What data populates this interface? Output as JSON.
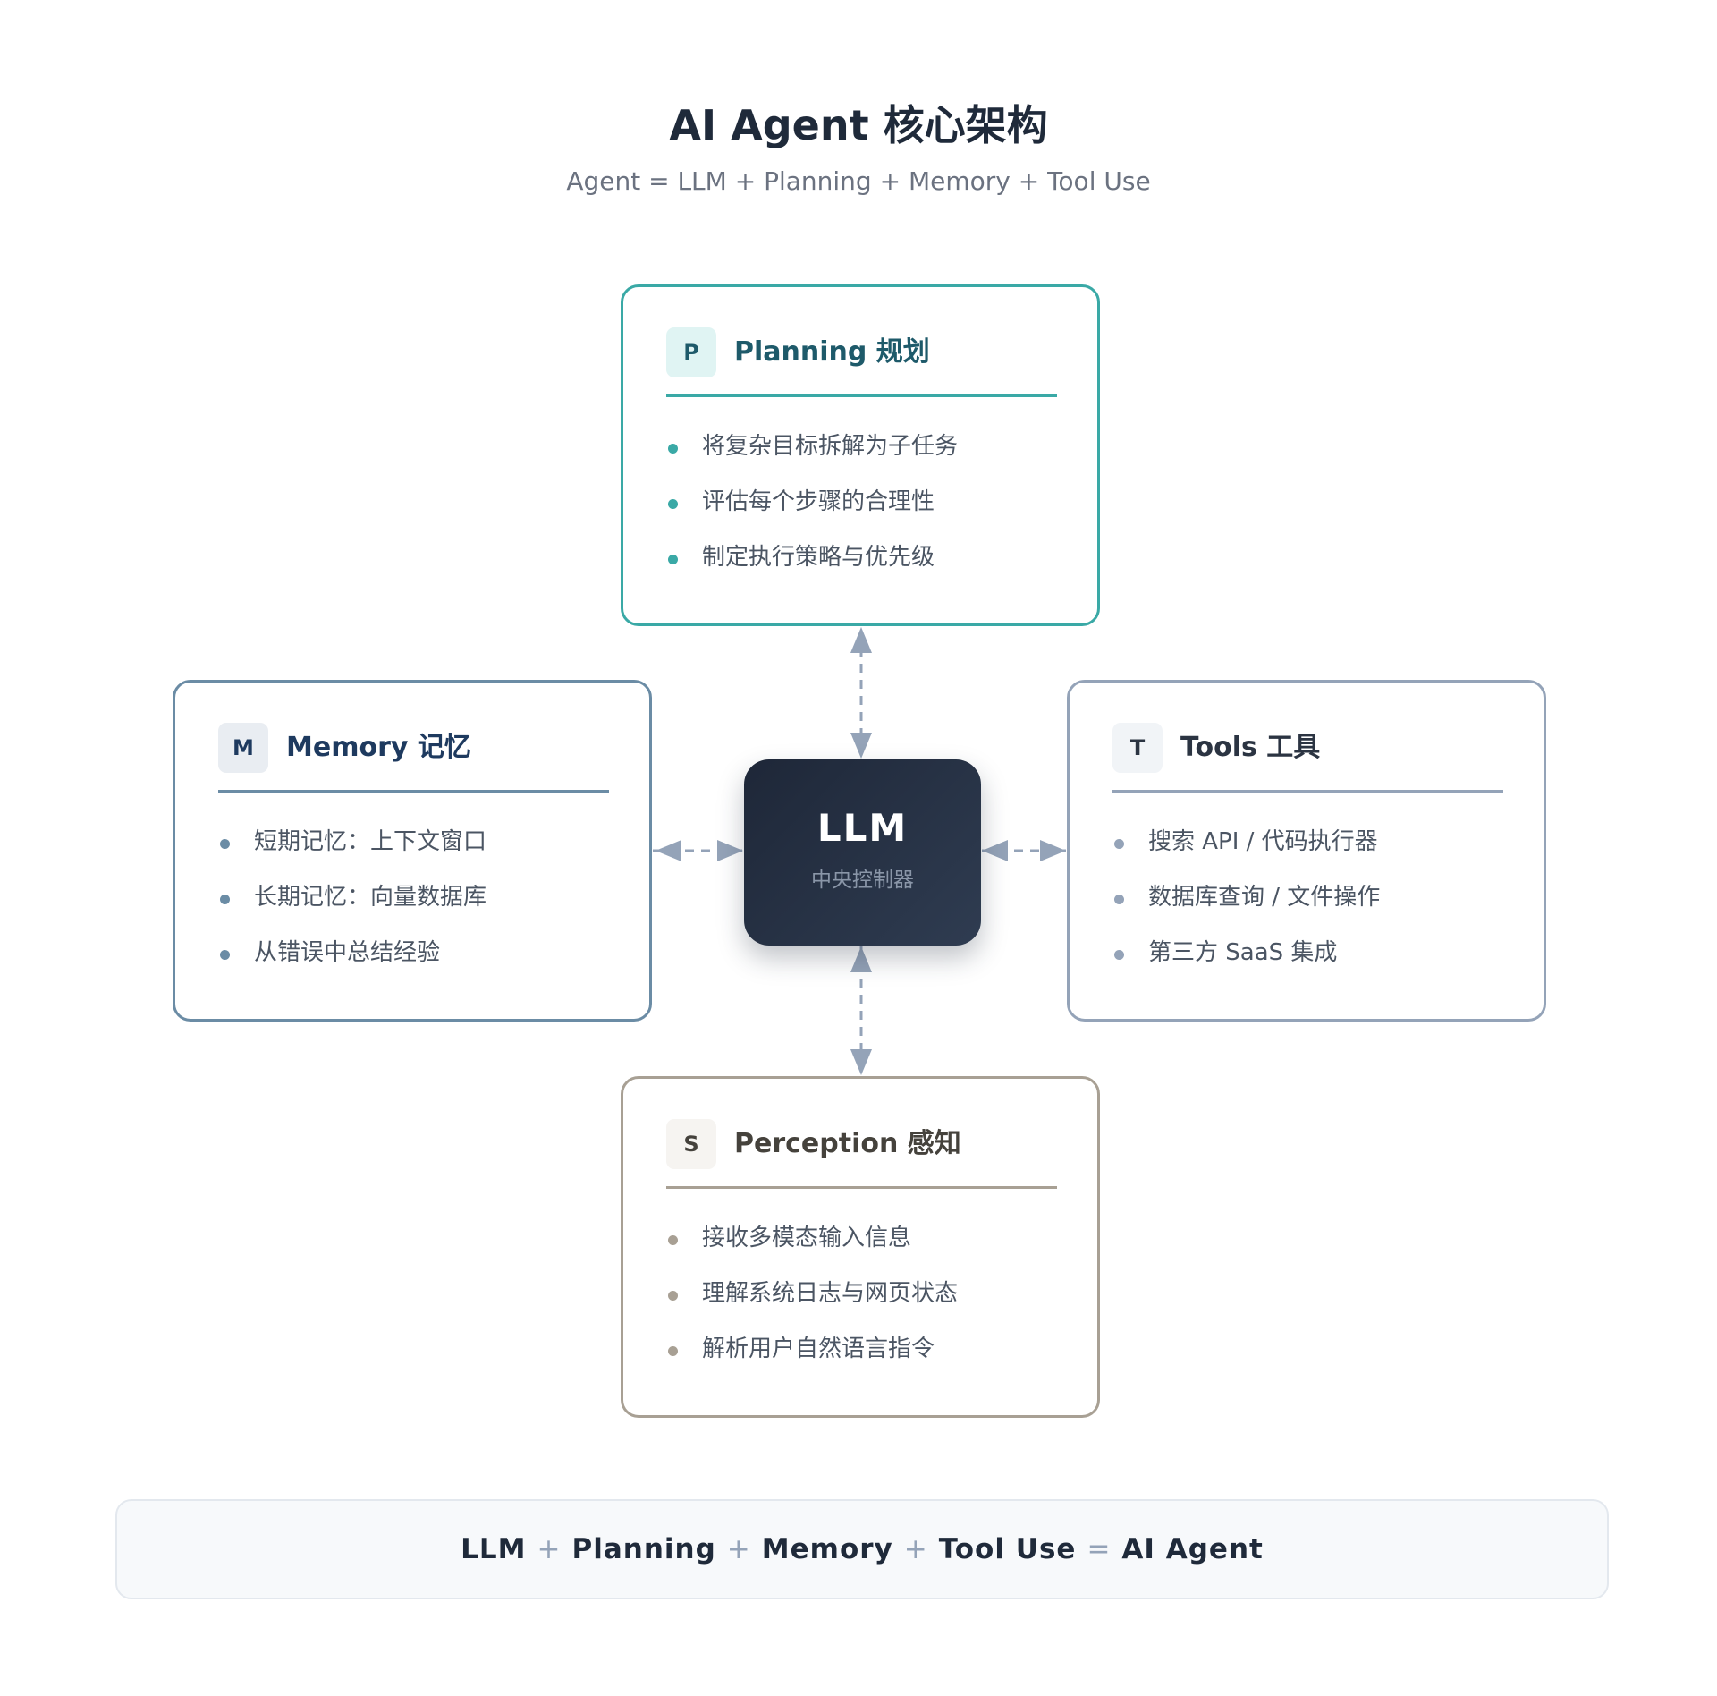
{
  "header": {
    "title": "AI Agent 核心架构",
    "subtitle": "Agent = LLM + Planning + Memory + Tool Use"
  },
  "center": {
    "title": "LLM",
    "subtitle": "中央控制器"
  },
  "cards": {
    "planning": {
      "badge": "P",
      "title": "Planning 规划",
      "items": [
        "将复杂目标拆解为子任务",
        "评估每个步骤的合理性",
        "制定执行策略与优先级"
      ],
      "accent": "#3aa9a6"
    },
    "memory": {
      "badge": "M",
      "title": "Memory 记忆",
      "items": [
        "短期记忆：上下文窗口",
        "长期记忆：向量数据库",
        "从错误中总结经验"
      ],
      "accent": "#6b8ca5"
    },
    "tools": {
      "badge": "T",
      "title": "Tools 工具",
      "items": [
        "搜索 API / 代码执行器",
        "数据库查询 / 文件操作",
        "第三方 SaaS 集成"
      ],
      "accent": "#94a3b8"
    },
    "perception": {
      "badge": "S",
      "title": "Perception 感知",
      "items": [
        "接收多模态输入信息",
        "理解系统日志与网页状态",
        "解析用户自然语言指令"
      ],
      "accent": "#a8a094"
    }
  },
  "formula": {
    "terms": [
      "LLM",
      "Planning",
      "Memory",
      "Tool Use",
      "AI Agent"
    ],
    "plus": "+",
    "equals": "="
  },
  "colors": {
    "connector": "#94a3b8",
    "llm_dark": "#1e2738"
  }
}
